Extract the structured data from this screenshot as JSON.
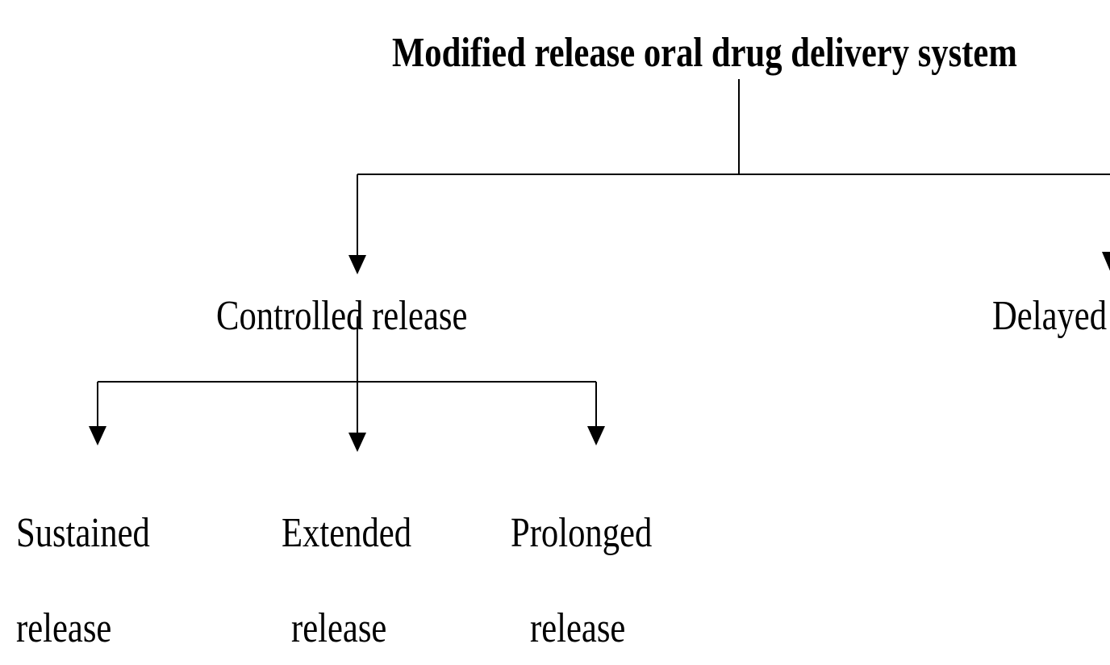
{
  "title": "Modified release oral drug delivery system",
  "level1": {
    "left": "Controlled release",
    "right": "Delayed"
  },
  "level2": [
    {
      "line1": "Sustained",
      "line2": "release"
    },
    {
      "line1": "Extended",
      "line2": "release"
    },
    {
      "line1": "Prolonged",
      "line2": "release"
    }
  ],
  "colors": {
    "line": "#000000",
    "text": "#000000",
    "background": "#ffffff"
  }
}
